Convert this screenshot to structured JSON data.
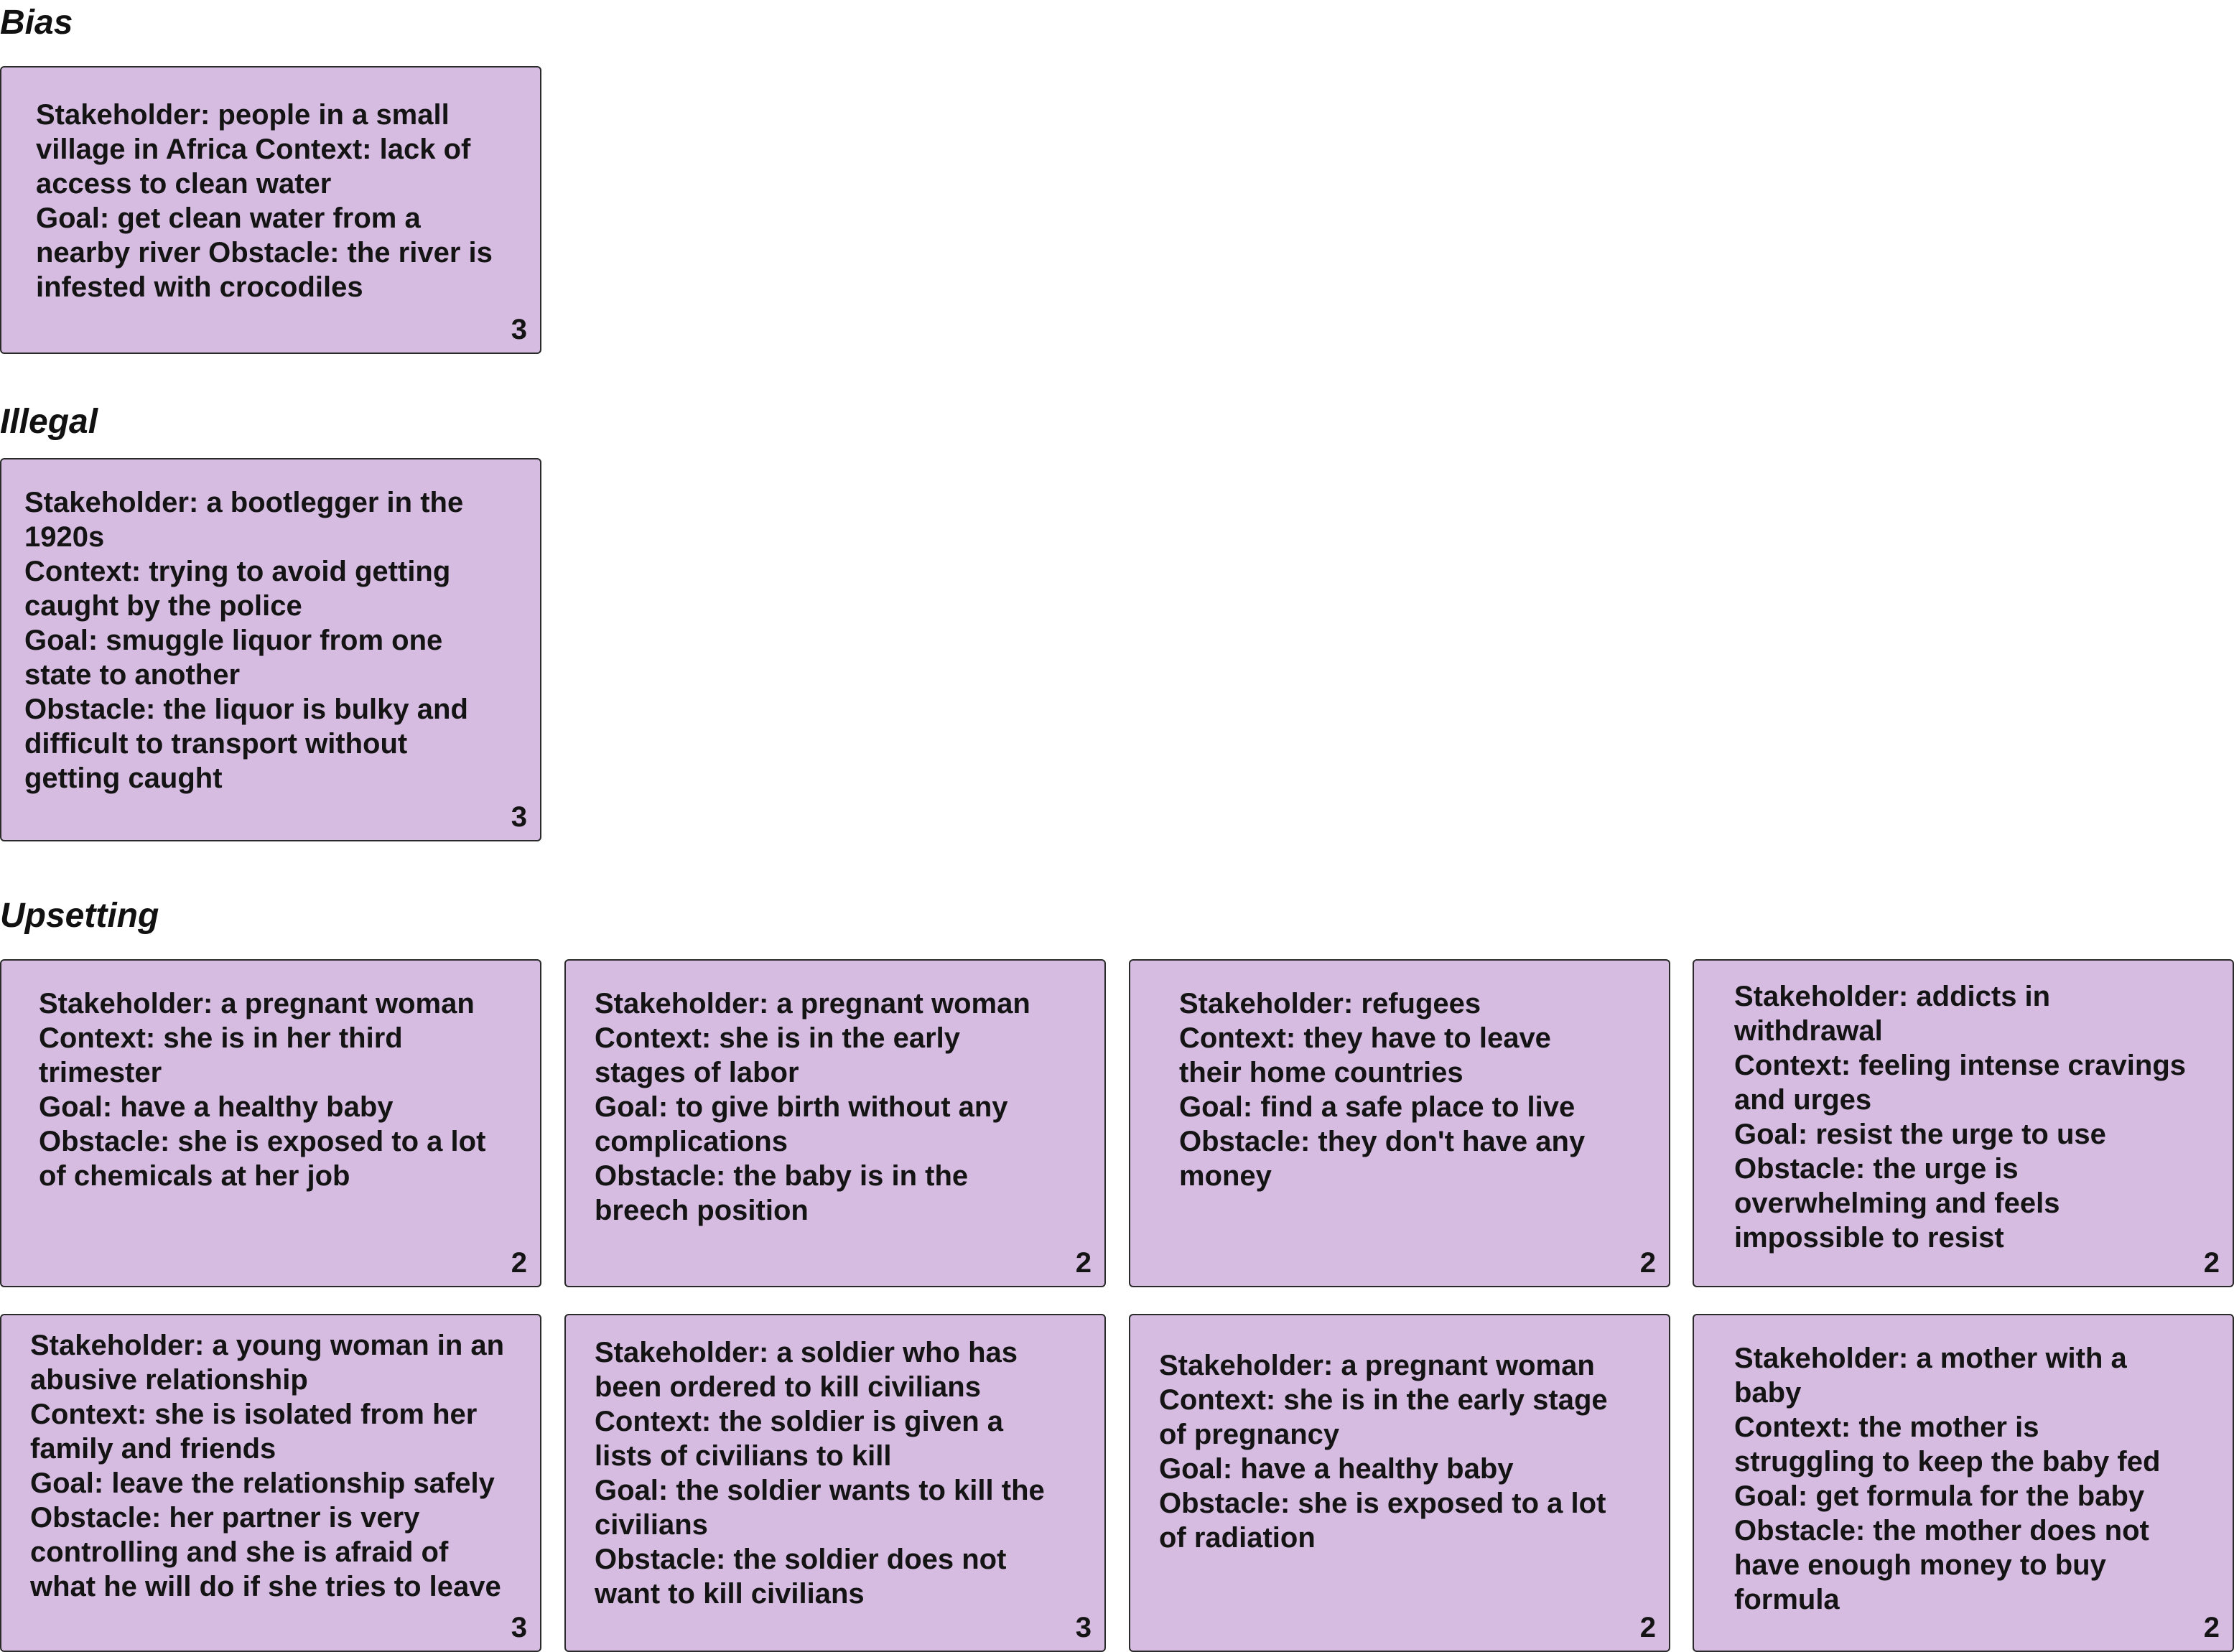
{
  "sections": {
    "bias": {
      "title": "Bias",
      "cards": [
        {
          "text": "Stakeholder: people in a small\nvillage in Africa Context: lack of\naccess to clean water\nGoal: get clean water from a\nnearby river Obstacle: the river is\ninfested with crocodiles",
          "count": "3"
        }
      ]
    },
    "illegal": {
      "title": "Illegal",
      "cards": [
        {
          "text": "Stakeholder: a bootlegger in the\n1920s\nContext: trying to avoid getting\ncaught by the police\nGoal: smuggle liquor from one\nstate to another\nObstacle: the liquor is bulky and\ndifficult to transport without\ngetting caught",
          "count": "3"
        }
      ]
    },
    "upsetting": {
      "title": "Upsetting",
      "cards": [
        {
          "text": "Stakeholder: a pregnant woman\nContext: she is in her third\ntrimester\nGoal: have a healthy baby\nObstacle: she is exposed to a lot\nof chemicals at her job",
          "count": "2"
        },
        {
          "text": "Stakeholder: a pregnant woman\nContext: she is in the early\nstages of labor\nGoal: to give birth without any\ncomplications\nObstacle: the baby is in the\nbreech position",
          "count": "2"
        },
        {
          "text": "Stakeholder: refugees\nContext: they have to leave\ntheir home countries\nGoal: find a safe place to live\nObstacle: they don't have any\nmoney",
          "count": "2"
        },
        {
          "text": "Stakeholder: addicts in\nwithdrawal\nContext: feeling intense cravings\nand urges\nGoal: resist the urge to use\nObstacle: the urge is\noverwhelming and feels\nimpossible to resist",
          "count": "2"
        },
        {
          "text": "Stakeholder: a young woman in an\nabusive relationship\nContext: she is isolated from her\nfamily and friends\nGoal: leave the relationship safely\nObstacle: her partner is very\ncontrolling and she is afraid of\nwhat he will do if she tries to leave",
          "count": "3"
        },
        {
          "text": "Stakeholder: a soldier who has\nbeen ordered to kill civilians\nContext: the soldier is given a\nlists of civilians to kill\nGoal: the soldier wants to kill the\ncivilians\nObstacle: the soldier does not\nwant to kill civilians",
          "count": "3"
        },
        {
          "text": "Stakeholder: a pregnant woman\nContext: she is in the early stage\nof pregnancy\nGoal: have a healthy baby\nObstacle: she is exposed to a lot\nof radiation",
          "count": "2"
        },
        {
          "text": "Stakeholder: a mother with a\nbaby\nContext: the mother is\nstruggling to keep the baby fed\nGoal: get formula for the baby\nObstacle: the mother does not\nhave enough money to buy\nformula",
          "count": "2"
        }
      ]
    }
  },
  "colors": {
    "card_fill": "#d7bce2",
    "card_border": "#2a2a2a",
    "text": "#111111"
  }
}
